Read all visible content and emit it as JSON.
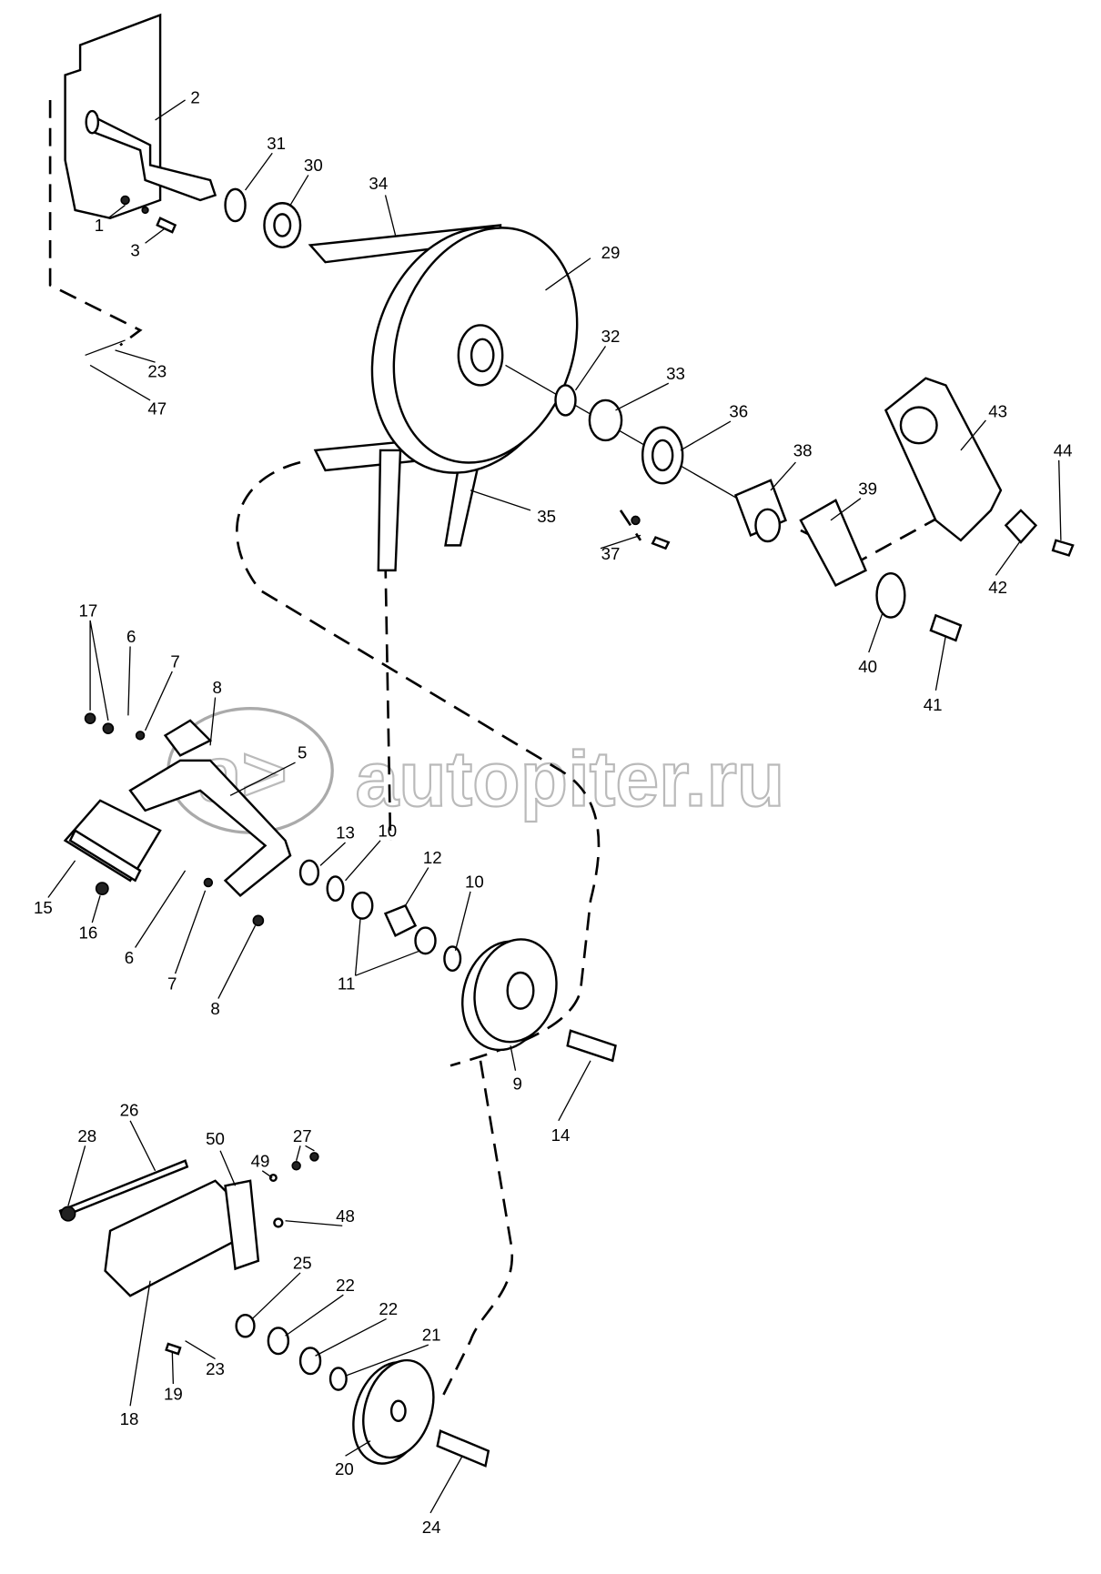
{
  "watermark": {
    "text": "autopiter.ru",
    "logo_letters": "a>"
  },
  "labels": [
    "2",
    "31",
    "30",
    "1",
    "3",
    "34",
    "29",
    "23",
    "47",
    "32",
    "33",
    "36",
    "43",
    "44",
    "38",
    "39",
    "35",
    "37",
    "42",
    "40",
    "41",
    "17",
    "6",
    "7",
    "8",
    "5",
    "13",
    "10",
    "12",
    "10",
    "15",
    "16",
    "6",
    "7",
    "8",
    "11",
    "9",
    "14",
    "26",
    "50",
    "28",
    "27",
    "49",
    "48",
    "25",
    "22",
    "22",
    "21",
    "23",
    "19",
    "18",
    "20",
    "24"
  ]
}
